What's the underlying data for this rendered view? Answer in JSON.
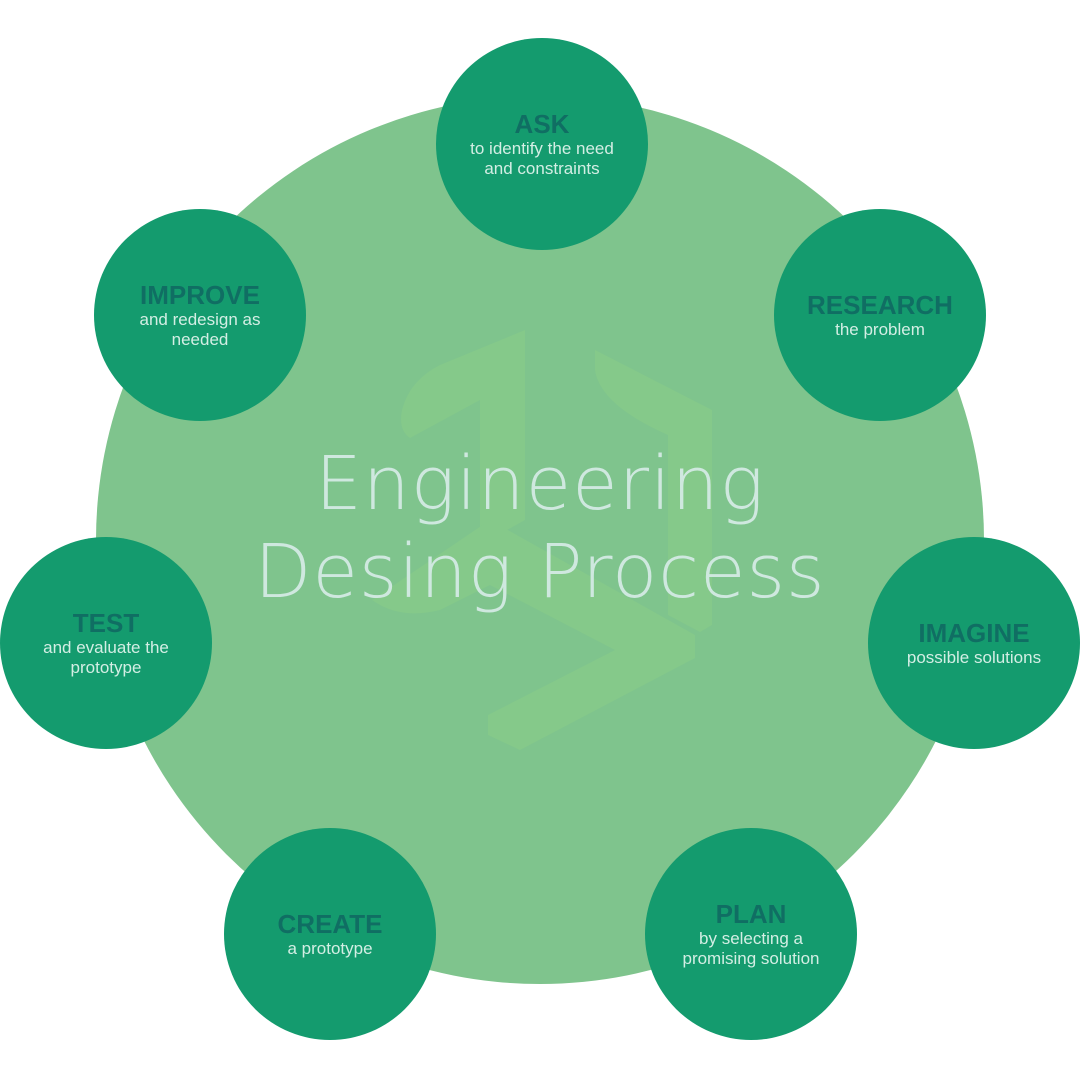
{
  "title_line1": "Engineering",
  "title_line2": "Desing Process",
  "steps": [
    {
      "title": "ASK",
      "desc": "to identify the need and constraints"
    },
    {
      "title": "RESEARCH",
      "desc": "the problem"
    },
    {
      "title": "IMAGINE",
      "desc": "possible solutions"
    },
    {
      "title": "PLAN",
      "desc": "by selecting a promising solution"
    },
    {
      "title": "CREATE",
      "desc": "a prototype"
    },
    {
      "title": "TEST",
      "desc": "and evaluate the prototype"
    },
    {
      "title": "IMPROVE",
      "desc": "and redesign as needed"
    }
  ],
  "colors": {
    "outer": "#7fc48d",
    "node": "#149b6e",
    "node_title": "#106e63",
    "node_text": "#d3eee4"
  }
}
